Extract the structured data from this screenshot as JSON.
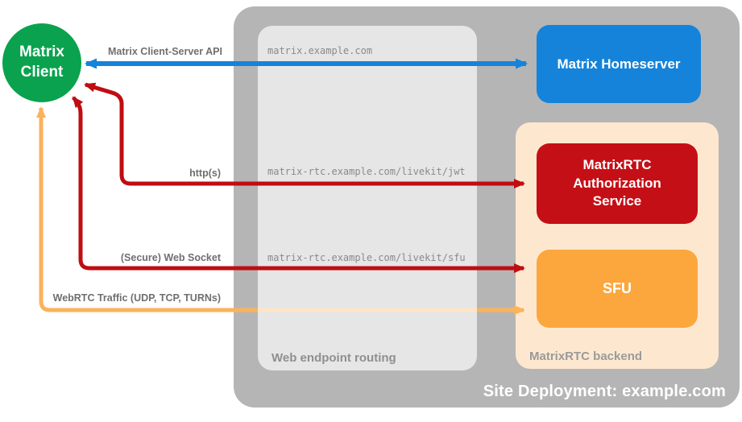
{
  "diagram": {
    "title": "Site Deployment: example.com",
    "nodes": {
      "matrix_client": {
        "line1": "Matrix",
        "line2": "Client",
        "color": "#0aa24e"
      },
      "matrix_homeserver": {
        "label": "Matrix Homeserver",
        "color": "#1583da"
      },
      "auth_service": {
        "label": "MatrixRTC Authorization Service",
        "color": "#c50f16"
      },
      "sfu": {
        "label": "SFU",
        "color": "#fba73d"
      }
    },
    "containers": {
      "site_deployment": {
        "label": "Site Deployment: example.com",
        "color": "#b5b5b5"
      },
      "web_endpoint_routing": {
        "label": "Web endpoint routing",
        "color": "#e4e4e4"
      },
      "matrixrtc_backend": {
        "label": "MatrixRTC backend",
        "color": "#fde8cf"
      }
    },
    "endpoints": [
      "matrix.example.com",
      "matrix-rtc.example.com/livekit/jwt",
      "matrix-rtc.example.com/livekit/sfu"
    ],
    "arrows": [
      {
        "id": "client_server_api",
        "label": "Matrix Client-Server API",
        "color": "#1583da",
        "from": "Matrix Client",
        "to": "Matrix Homeserver",
        "bidirectional": true
      },
      {
        "id": "https",
        "label": "http(s)",
        "color": "#bf0d11",
        "from": "Matrix Client",
        "to": "MatrixRTC Authorization Service",
        "bidirectional": true
      },
      {
        "id": "secure_web_socket",
        "label": "(Secure) Web Socket",
        "color": "#bf0d11",
        "from": "Matrix Client",
        "to": "SFU",
        "bidirectional": true
      },
      {
        "id": "webrtc_traffic",
        "label": "WebRTC Traffic (UDP, TCP, TURNs)",
        "color": "#fbb25c",
        "from": "Matrix Client",
        "to": "SFU",
        "bidirectional": true
      }
    ]
  }
}
